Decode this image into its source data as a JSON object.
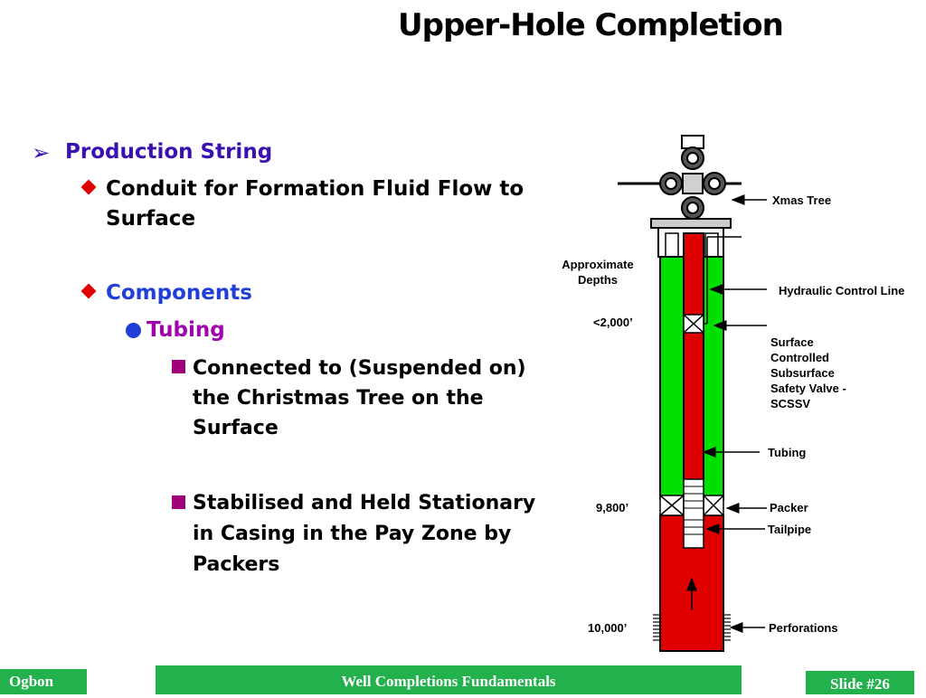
{
  "title": "Upper-Hole Completion",
  "bullets": {
    "level1": "Production String",
    "conduit": [
      "Conduit for Formation Fluid Flow to",
      "Surface"
    ],
    "components": "Components",
    "tubing": "Tubing",
    "connected": [
      "Connected to (Suspended on)",
      "the Christmas Tree on the",
      "Surface"
    ],
    "stabilised": [
      "Stabilised and Held Stationary",
      "in Casing in the Pay Zone by",
      "Packers"
    ]
  },
  "diagram": {
    "depths_header": [
      "Approximate",
      "Depths"
    ],
    "depth_2000": "<2,000’",
    "depth_9800": "9,800’",
    "depth_10000": "10,000’",
    "xmas_tree": "Xmas Tree",
    "hydraulic_control_line": "Hydraulic Control Line",
    "scssv": [
      "Surface",
      "Controlled",
      "Subsurface",
      "Safety Valve -",
      "SCSSV"
    ],
    "tubing": "Tubing",
    "packer": "Packer",
    "tailpipe": "Tailpipe",
    "perforations": "Perforations"
  },
  "colors": {
    "tubing_red": "#e00000",
    "annulus_green": "#00e000",
    "footer_green": "#22b14c"
  },
  "footer": {
    "author": "Ogbon",
    "course": "Well Completions Fundamentals",
    "slide": "Slide #26"
  }
}
